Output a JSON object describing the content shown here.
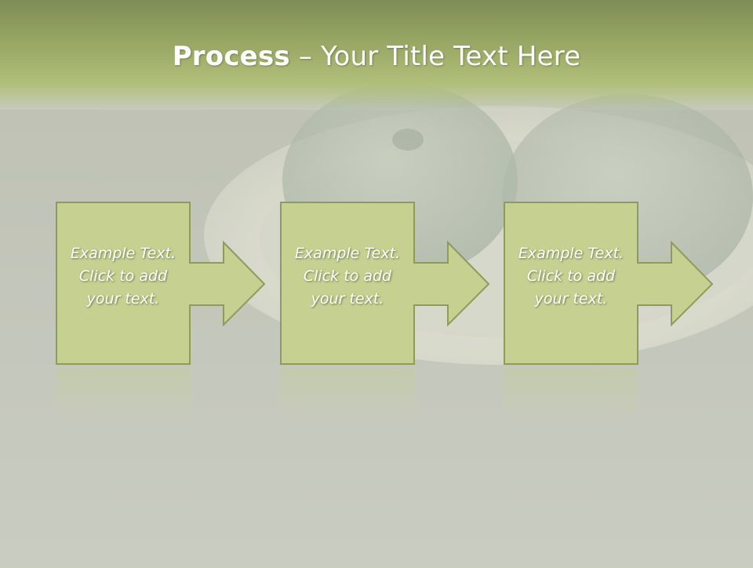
{
  "title": {
    "bold": "Process",
    "rest": " – Your Title Text Here"
  },
  "steps": [
    {
      "line1": "Example Text.",
      "line2": "Click  to add",
      "line3": "your text."
    },
    {
      "line1": "Example Text.",
      "line2": "Click  to add",
      "line3": "your text."
    },
    {
      "line1": "Example Text.",
      "line2": "Click  to add",
      "line3": "your text."
    }
  ],
  "colors": {
    "box_fill": "#c5d091",
    "box_border": "#8f9a5d",
    "header_green": "#95a562"
  }
}
